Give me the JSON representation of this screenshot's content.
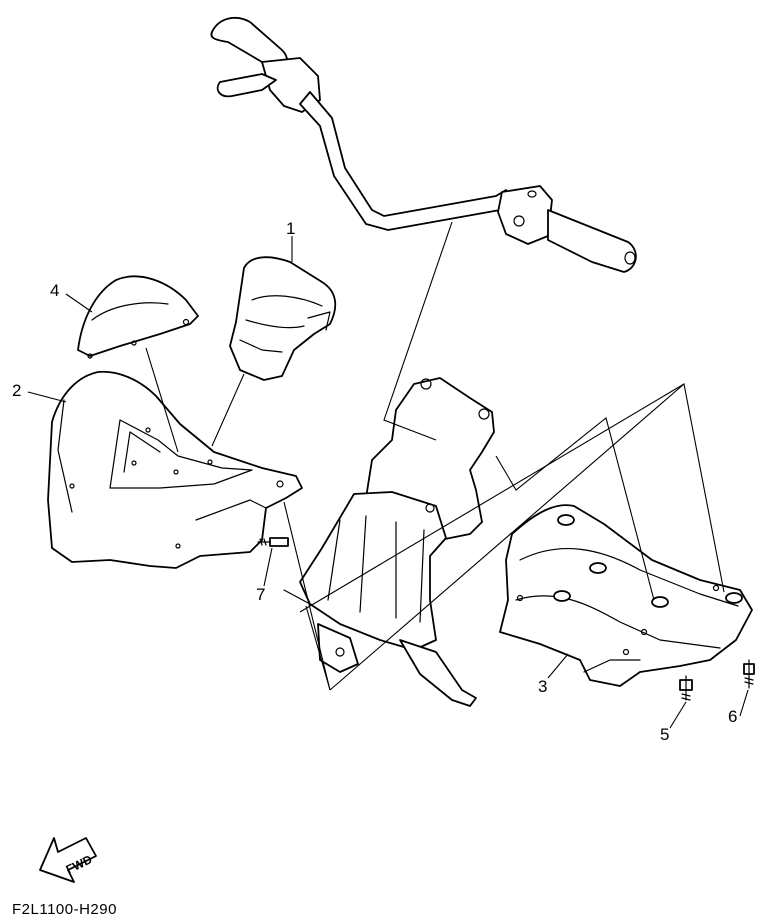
{
  "diagram": {
    "drawing_code": "F2L1100-H290",
    "direction_arrow_label": "FWD",
    "callouts": [
      {
        "id": "1",
        "label": "1"
      },
      {
        "id": "2",
        "label": "2"
      },
      {
        "id": "3",
        "label": "3"
      },
      {
        "id": "4",
        "label": "4"
      },
      {
        "id": "5",
        "label": "5"
      },
      {
        "id": "6",
        "label": "6"
      },
      {
        "id": "7",
        "label": "7"
      }
    ],
    "line_color": "#000000",
    "background_color": "#ffffff"
  }
}
